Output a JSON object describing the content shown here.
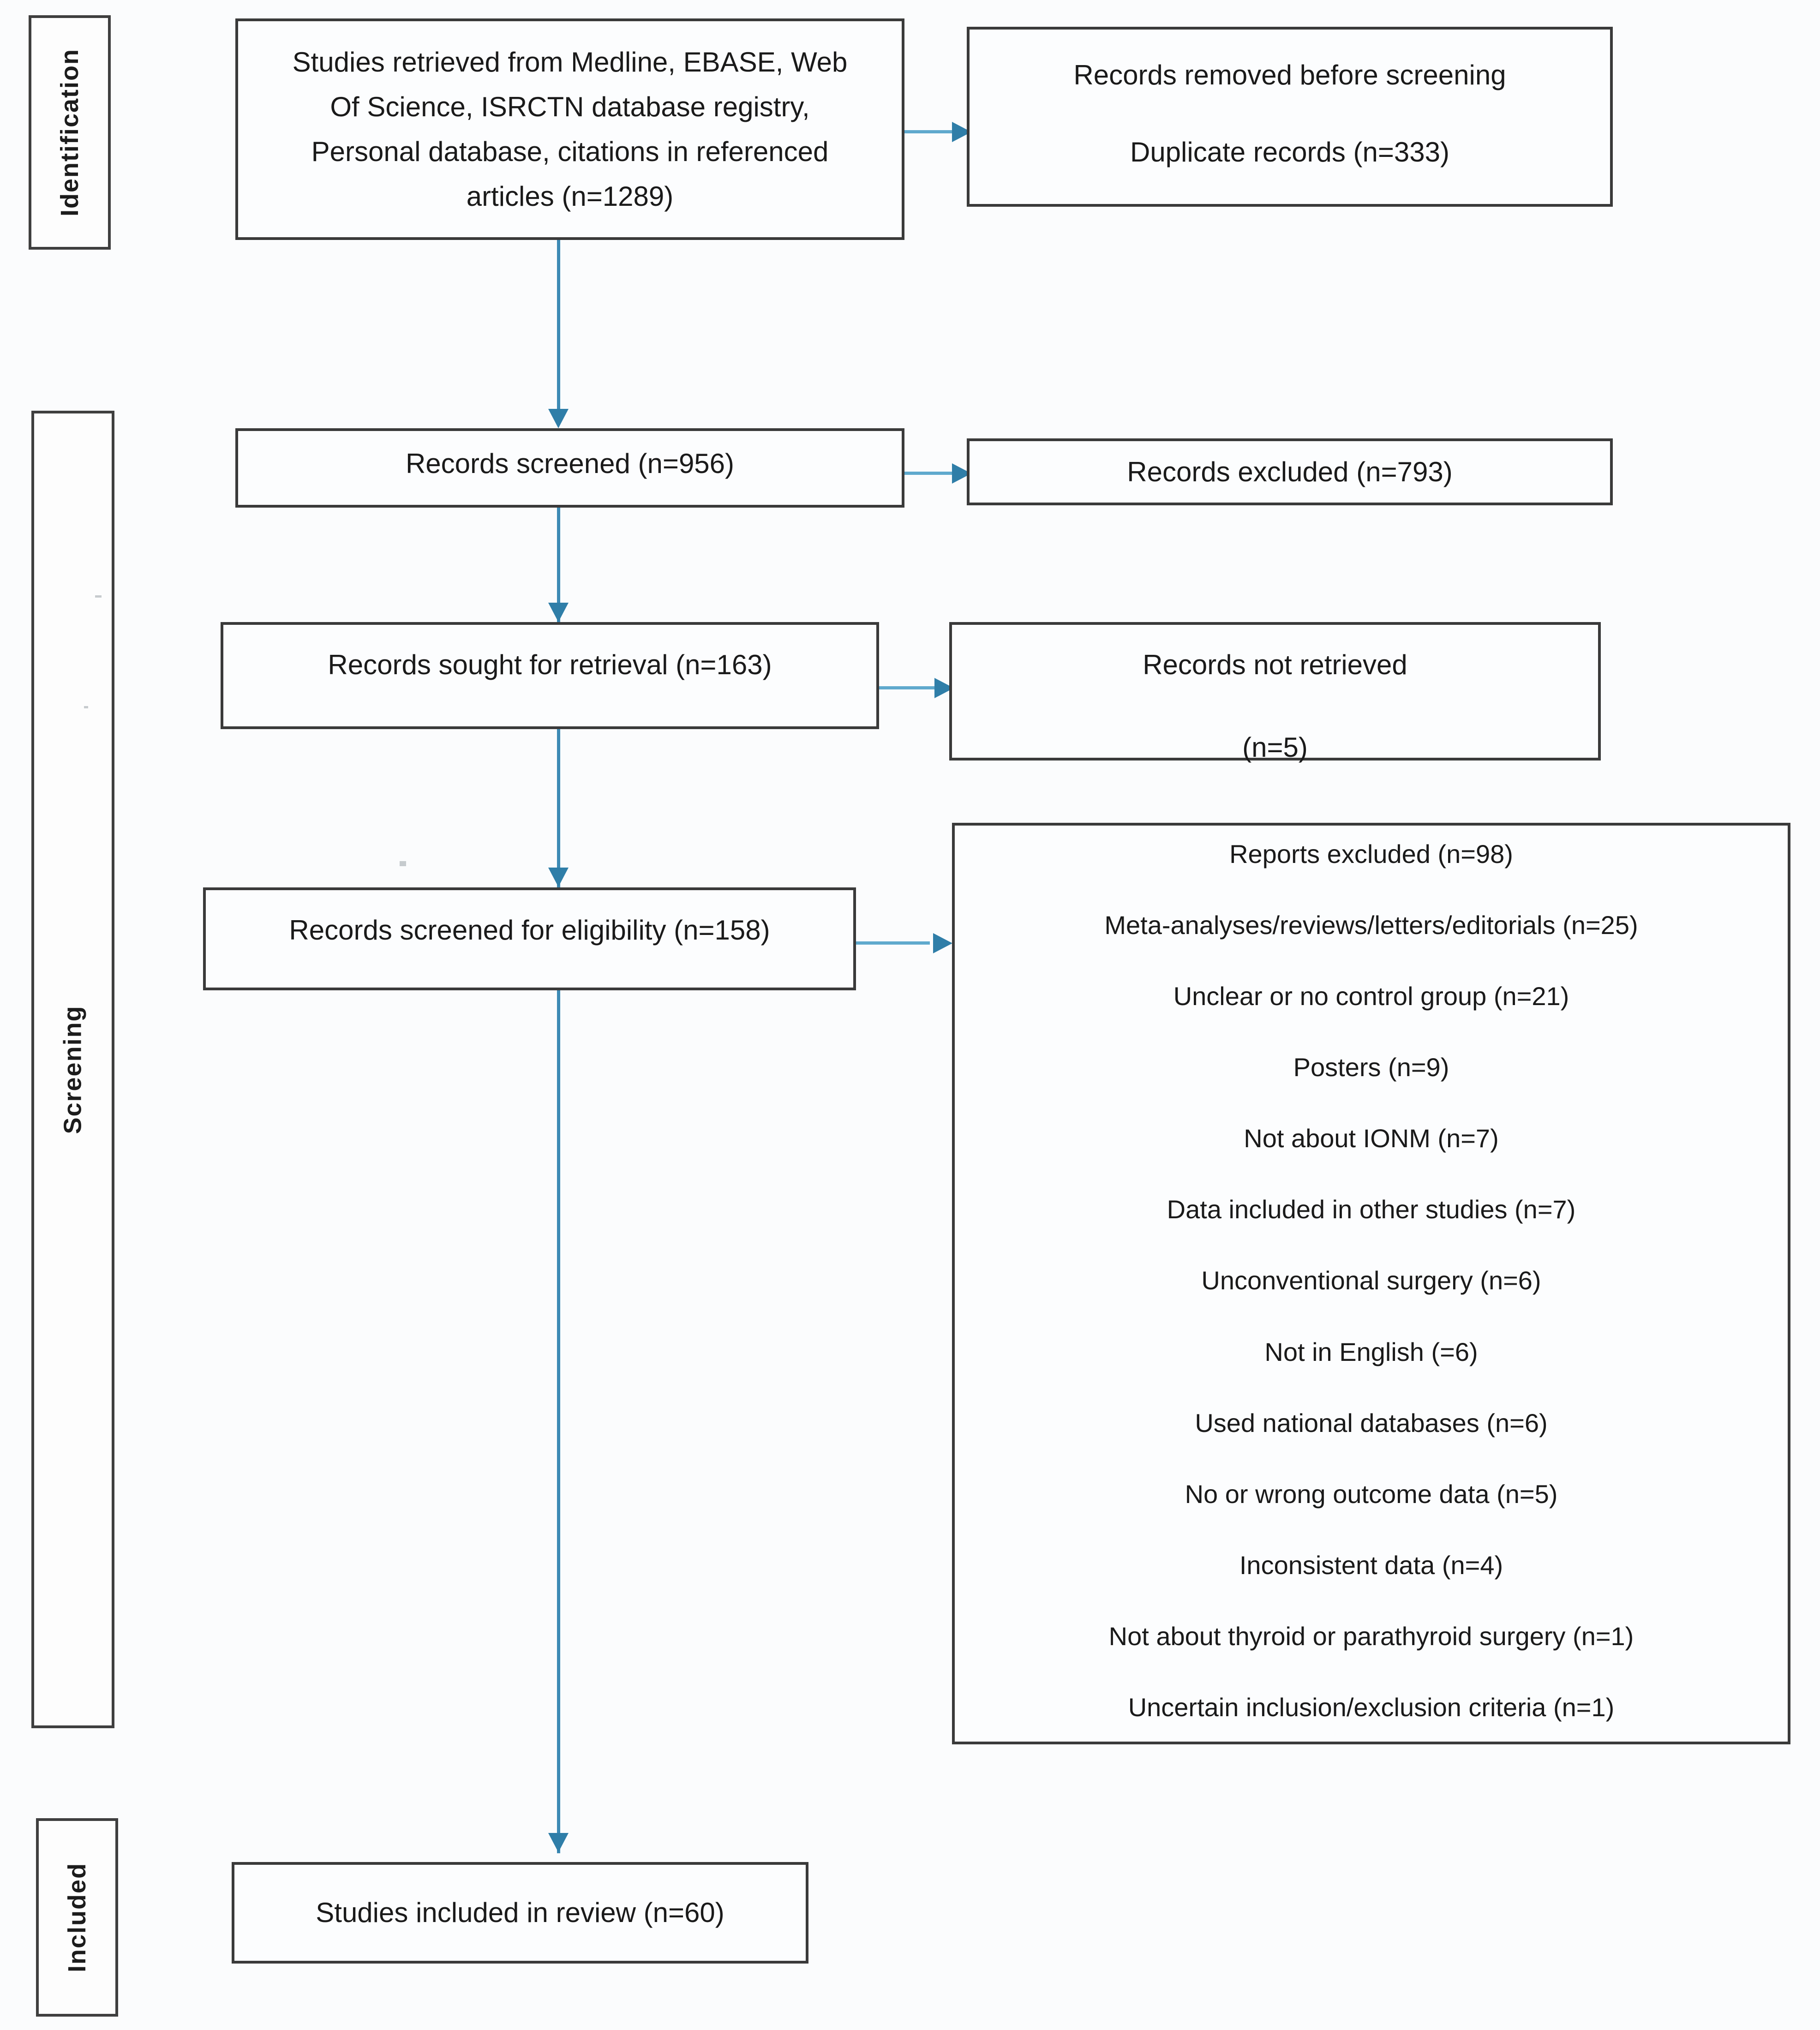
{
  "diagram": {
    "type": "prisma-flow-diagram",
    "accent_color": "#3d8ab5",
    "box_border_color": "#3a3a3a",
    "background_color": "#fbfcfd"
  },
  "stages": [
    {
      "label": "Identification"
    },
    {
      "label": "Screening"
    },
    {
      "label": "Included"
    }
  ],
  "boxes": {
    "identification_source": {
      "lines": [
        "Studies retrieved from Medline, EBASE, Web",
        "Of Science, ISRCTN database registry,",
        "Personal database, citations in referenced",
        "articles (n=1289)"
      ]
    },
    "records_removed": {
      "lines": [
        "Records removed before screening",
        "Duplicate records (n=333)"
      ]
    },
    "records_screened": {
      "lines": [
        "Records screened  (n=956)"
      ]
    },
    "records_excluded": {
      "lines": [
        "Records excluded (n=793)"
      ]
    },
    "records_sought": {
      "lines": [
        "Records sought for retrieval (n=163)"
      ]
    },
    "records_not_retrieved": {
      "lines": [
        "Records not retrieved",
        "(n=5)"
      ]
    },
    "records_eligibility": {
      "lines": [
        "Records screened for eligibility (n=158)"
      ]
    },
    "reports_excluded": {
      "lines": [
        "Reports excluded (n=98)",
        "Meta-analyses/reviews/letters/editorials (n=25)",
        "Unclear or no control group (n=21)",
        "Posters (n=9)",
        "Not about IONM (n=7)",
        "Data included in other studies (n=7)",
        "Unconventional surgery (n=6)",
        "Not in English (=6)",
        "Used national databases (n=6)",
        "No or wrong outcome data (n=5)",
        "Inconsistent data (n=4)",
        "Not about thyroid or parathyroid surgery (n=1)",
        "Uncertain inclusion/exclusion criteria (n=1)"
      ]
    },
    "studies_included": {
      "lines": [
        "Studies included in review  (n=60)"
      ]
    }
  },
  "counts": {
    "retrieved": 1289,
    "duplicates_removed": 333,
    "screened": 956,
    "excluded_at_screening": 793,
    "sought_for_retrieval": 163,
    "not_retrieved": 5,
    "assessed_for_eligibility": 158,
    "reports_excluded_total": 98,
    "included_in_review": 60
  }
}
